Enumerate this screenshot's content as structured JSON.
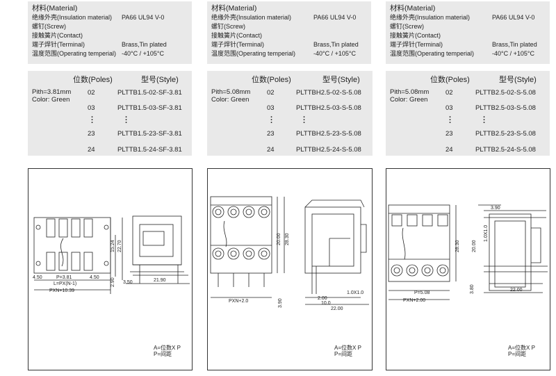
{
  "columns": [
    {
      "material": {
        "title": "材料(Material)",
        "rows": [
          {
            "label": "绝缘外壳(Insulation material)",
            "value": "PA66 UL94 V-0"
          },
          {
            "label": "螺钉(Screw)",
            "value": ""
          },
          {
            "label": "接触簧片(Contact)",
            "value": ""
          },
          {
            "label": "端子焊针(Terminal)",
            "value": "Brass,Tin plated"
          },
          {
            "label": "温度范围(Operating temperial)",
            "value": "-40°C / +105°C"
          }
        ]
      },
      "poles": {
        "header_poles": "位数(Poles)",
        "header_style": "型号(Style)",
        "pith": "Pith=3.81mm",
        "color": "Color: Green",
        "rows": [
          {
            "n": "02",
            "style": "PLTTB1.5-02-SF-3.81"
          },
          {
            "n": "03",
            "style": "PLTTB1.5-03-SF-3.81"
          },
          {
            "n": "23",
            "style": "PLTTB1.5-23-SF-3.81"
          },
          {
            "n": "24",
            "style": "PLTTB1.5-24-SF-3.81"
          }
        ]
      },
      "drawing": {
        "dims": [
          "4.50",
          "P=3.81",
          "4.50",
          "L=PX(N-1)",
          "PXN+10.39",
          "15.24",
          "22.70",
          "2.90",
          "3.50",
          "21.90"
        ],
        "note1": "A=位数X P",
        "note2": "P=间距"
      }
    },
    {
      "material": {
        "title": "材料(Material)",
        "rows": [
          {
            "label": "绝缘外壳(Insulation material)",
            "value": "PA66 UL94 V-0"
          },
          {
            "label": "螺钉(Screw)",
            "value": ""
          },
          {
            "label": "接触簧片(Contact)",
            "value": ""
          },
          {
            "label": "端子焊针(Terminal)",
            "value": "Brass,Tin plated"
          },
          {
            "label": "温度范围(Operating temperial)",
            "value": "-40°C / +105°C"
          }
        ]
      },
      "poles": {
        "header_poles": "位数(Poles)",
        "header_style": "型号(Style)",
        "pith": "Pith=5.08mm",
        "color": "Color: Green",
        "rows": [
          {
            "n": "02",
            "style": "PLTTBH2.5-02-S-5.08"
          },
          {
            "n": "03",
            "style": "PLTTBH2.5-03-S-5.08"
          },
          {
            "n": "23",
            "style": "PLTTBH2.5-23-S-5.08"
          },
          {
            "n": "24",
            "style": "PLTTBH2.5-24-S-5.08"
          }
        ]
      },
      "drawing": {
        "dims": [
          "20.00",
          "28.30",
          "PXN+2.0",
          "3.90",
          "2.00",
          "10.0",
          "1.0X1.0",
          "22.00"
        ],
        "note1": "A=位数X P",
        "note2": "P=间距"
      }
    },
    {
      "material": {
        "title": "材料(Material)",
        "rows": [
          {
            "label": "绝缘外壳(Insulation material)",
            "value": "PA66 UL94 V-0"
          },
          {
            "label": "螺钉(Screw)",
            "value": ""
          },
          {
            "label": "接触簧片(Contact)",
            "value": ""
          },
          {
            "label": "端子焊针(Terminal)",
            "value": "Brass,Tin plated"
          },
          {
            "label": "温度范围(Operating temperial)",
            "value": "-40°C / +105°C"
          }
        ]
      },
      "poles": {
        "header_poles": "位数(Poles)",
        "header_style": "型号(Style)",
        "pith": "Pith=5.08mm",
        "color": "Color: Green",
        "rows": [
          {
            "n": "02",
            "style": "PLTTB2.5-02-S-5.08"
          },
          {
            "n": "03",
            "style": "PLTTB2.5-03-S-5.08"
          },
          {
            "n": "23",
            "style": "PLTTB2.5-23-S-5.08"
          },
          {
            "n": "24",
            "style": "PLTTB2.5-24-S-5.08"
          }
        ]
      },
      "drawing": {
        "dims": [
          "3.90",
          "1.0X1.0",
          "28.30",
          "20.00",
          "P=5.08",
          "PXN+2.00",
          "3.80",
          "22.00"
        ],
        "note1": "A=位数X P",
        "note2": "P=间距"
      }
    }
  ]
}
